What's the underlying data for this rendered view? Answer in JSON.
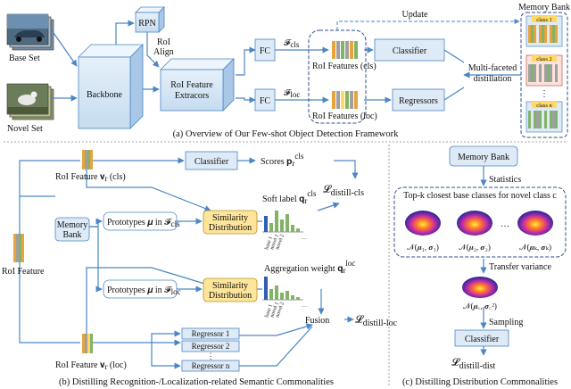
{
  "top": {
    "base_set": "Base Set",
    "novel_set": "Novel Set",
    "backbone": "Backbone",
    "rpn": "RPN",
    "roi_align_1": "RoI",
    "roi_align_2": "Align",
    "extractor_1": "RoI Feature",
    "extractor_2": "Extracors",
    "fc_top": "FC",
    "fc_bottom": "FC",
    "f_cls": "𝓕",
    "f_cls_sub": "cls",
    "f_loc": "𝓕",
    "f_loc_sub": "loc",
    "roi_features_cls": "RoI Features (cls)",
    "roi_features_loc": "RoI Features (loc)",
    "classifier": "Classifier",
    "regressors": "Regressors",
    "update": "Update",
    "multifaceted_1": "Multi-faceted",
    "multifaceted_2": "distillation",
    "memory_bank_title": "Memory Bank",
    "class_1": "class 1",
    "class_2": "class 2",
    "class_n": "class n",
    "caption": "(a) Overview of Our Few-shot Object Detection Framework"
  },
  "bottom_left": {
    "roi_feature_cls": "RoI Feature 𝐯",
    "roi_feature_cls_sub": "r",
    "roi_feature_cls_suffix": " (cls)",
    "classifier": "Classifier",
    "scores": "Scores 𝐩",
    "scores_sub": "r",
    "scores_sup": "cls",
    "loss_cls": "𝓛",
    "loss_cls_sub": "distill-cls",
    "soft_label": "Soft label 𝐪",
    "soft_label_sub": "r",
    "soft_label_sup": "cls",
    "roi_feature": "RoI Feature",
    "memory_bank_1": "Memory",
    "memory_bank_2": "Bank",
    "prototypes_cls": "Prototypes 𝝁 in 𝓕",
    "prototypes_cls_sub": "cls",
    "prototypes_loc": "Prototypes 𝝁 in 𝓕",
    "prototypes_loc_sub": "loc",
    "similarity_1": "Similarity",
    "similarity_2": "Distribution",
    "aggregation_weight": "Aggregation weight 𝐪",
    "aggregation_sub": "r",
    "aggregation_sup": "loc",
    "base_1": "base 1",
    "novel_1": "novel 1",
    "novel_2": "novel 2",
    "dots": "…",
    "fusion": "Fusion",
    "loss_loc": "𝓛",
    "loss_loc_sub": "distill-loc",
    "roi_feature_loc": "RoI Feature 𝐯",
    "roi_feature_loc_sub": "r",
    "roi_feature_loc_suffix": " (loc)",
    "regressor_1": "Regressor 1",
    "regressor_2": "Regressor 2",
    "regressor_n": "Regressor n",
    "vdots": "⋮",
    "caption": "(b) Distilling Recognition-/Localization-related Semantic Commonalities"
  },
  "bottom_right": {
    "memory_bank": "Memory Bank",
    "statistics": "Statistics",
    "topk": "Top-k closest base classes for novel class c",
    "gauss_1": "𝒩(𝝁₁, 𝝈₁)",
    "gauss_2": "𝒩(𝝁₂, 𝝈₂)",
    "gauss_k": "𝒩(𝝁ₖ, 𝝈ₖ)",
    "gauss_dots": "…",
    "transfer_variance": "Transfer variance",
    "gauss_c": "𝒩(𝝁꜀, 𝝈꜀²)",
    "sampling": "Sampling",
    "classifier": "Classifier",
    "loss_dist": "𝓛",
    "loss_dist_sub": "distill-dist",
    "caption": "(c) Distilling Distribution Commonalities"
  },
  "colors": {
    "blue": "#4a86c4",
    "box_fill": "#deebf7",
    "yellow_fill": "#fde59a",
    "yellow_stroke": "#b89527",
    "bar_blue": "#2e5fb0",
    "bar_green": "#82b366",
    "orange": "#e8a33d",
    "gray": "#a0a0a0"
  }
}
